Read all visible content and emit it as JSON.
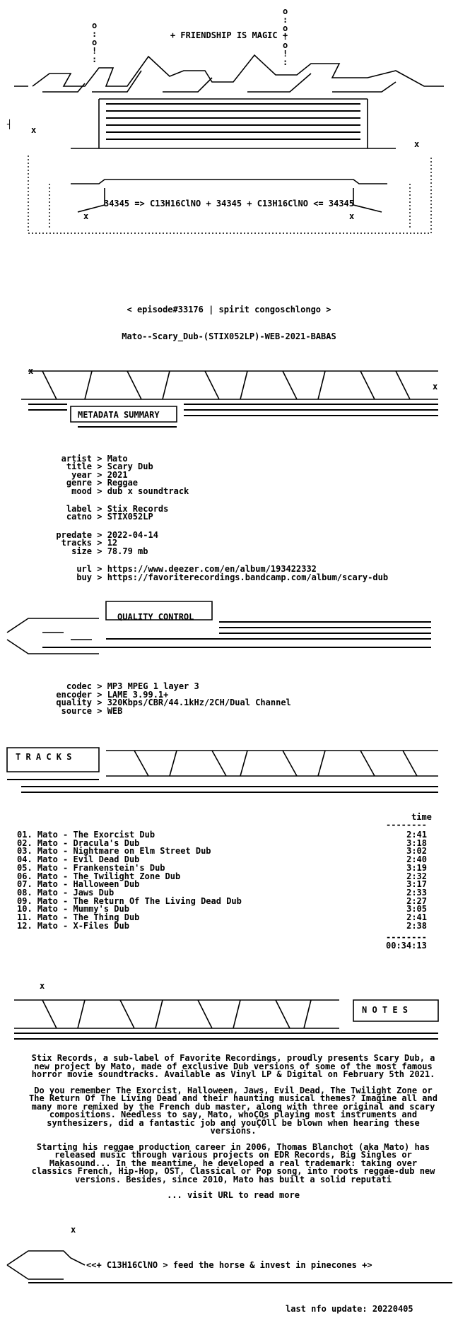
{
  "header": {
    "tagline": "+ FRIENDSHIP IS MAGIC +",
    "formula": "34345 => C13H16ClNO + 34345 + C13H16ClNO <= 34345",
    "episode": "< episode#33176 | spirit congoschlongo >",
    "release": "Mato--Scary_Dub-(STIX052LP)-WEB-2021-BABAS"
  },
  "metadata": {
    "section_label": "METADATA SUMMARY",
    "rows": [
      {
        "key": "artist",
        "value": "Mato"
      },
      {
        "key": "title",
        "value": "Scary Dub"
      },
      {
        "key": "year",
        "value": "2021"
      },
      {
        "key": "genre",
        "value": "Reggae"
      },
      {
        "key": "mood",
        "value": "dub x soundtrack"
      },
      {
        "key": "label",
        "value": "Stix Records"
      },
      {
        "key": "catno",
        "value": "STIX052LP"
      },
      {
        "key": "predate",
        "value": "2022-04-14"
      },
      {
        "key": "tracks",
        "value": "12"
      },
      {
        "key": "size",
        "value": "78.79 mb"
      },
      {
        "key": "url",
        "value": "https://www.deezer.com/en/album/193422332"
      },
      {
        "key": "buy",
        "value": "https://favoriterecordings.bandcamp.com/album/scary-dub"
      }
    ]
  },
  "quality": {
    "section_label": "QUALITY CONTROL",
    "rows": [
      {
        "key": "codec",
        "value": "MP3 MPEG 1 layer 3"
      },
      {
        "key": "encoder",
        "value": "LAME 3.99.1+"
      },
      {
        "key": "quality",
        "value": "320Kbps/CBR/44.1kHz/2CH/Dual Channel"
      },
      {
        "key": "source",
        "value": "WEB"
      }
    ]
  },
  "tracks": {
    "section_label": "T R A C K S",
    "time_header": "time",
    "divider": "--------",
    "items": [
      {
        "name": "01. Mato - The Exorcist Dub",
        "time": "2:41"
      },
      {
        "name": "02. Mato - Dracula's Dub",
        "time": "3:18"
      },
      {
        "name": "03. Mato - Nightmare on Elm Street Dub",
        "time": "3:02"
      },
      {
        "name": "04. Mato - Evil Dead Dub",
        "time": "2:40"
      },
      {
        "name": "05. Mato - Frankenstein's Dub",
        "time": "3:19"
      },
      {
        "name": "06. Mato - The Twilight Zone Dub",
        "time": "2:32"
      },
      {
        "name": "07. Mato - Halloween Dub",
        "time": "3:17"
      },
      {
        "name": "08. Mato - Jaws Dub",
        "time": "2:33"
      },
      {
        "name": "09. Mato - The Return Of The Living Dead Dub",
        "time": "2:27"
      },
      {
        "name": "10. Mato - Mummy's Dub",
        "time": "3:05"
      },
      {
        "name": "11. Mato - The Thing Dub",
        "time": "2:41"
      },
      {
        "name": "12. Mato - X-Files Dub",
        "time": "2:38"
      }
    ],
    "total": "00:34:13"
  },
  "notes": {
    "section_label": "N O T E S",
    "paragraphs": [
      "Stix Records, a sub-label of Favorite Recordings, proudly presents Scary Dub, a new project by Mato, made of exclusive Dub versions of some of the most famous horror movie soundtracks. Available as Vinyl LP & Digital on February 5th 2021.",
      "Do you remember The Exorcist, Halloween, Jaws, Evil Dead, The Twilight Zone or The Return Of The Living Dead and their haunting musical themes? Imagine all and many more remixed by the French dub master, along with three original and scary compositions. Needless to say, Mato, whoÇÖs playing most instruments and synthesizers, did a fantastic job and youÇÖll be blown when hearing these versions.",
      "Starting his reggae production career in 2006, Thomas Blanchot (aka Mato) has released music through various projects on EDR Records, Big Singles or Makasound... In the meantime, he developed a real trademark: taking over classics French, Hip-Hop, OST, Classical or Pop song, into roots reggae-dub new versions. Besides, since 2010, Mato has built a solid reputati"
    ],
    "read_more": "... visit URL to read more"
  },
  "footer": {
    "slogan": "<<+ C13H16ClNO > feed the horse & invest in pinecones +>",
    "last_update": "last nfo update: 20220405"
  }
}
